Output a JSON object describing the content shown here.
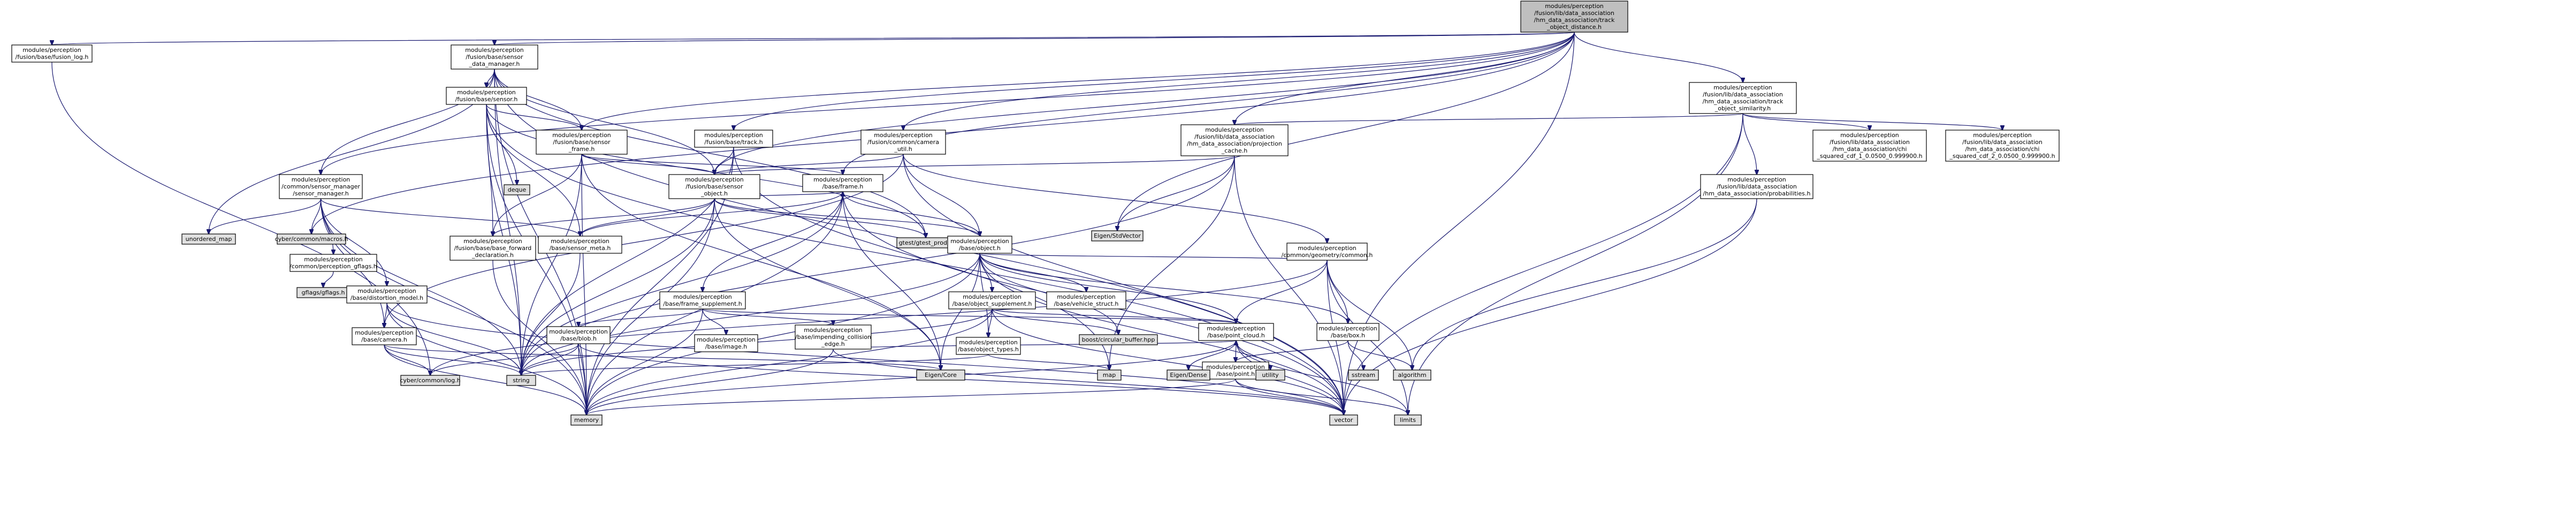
{
  "diagram": {
    "type": "include-dependency-graph",
    "nodes": [
      {
        "id": "root",
        "lines": [
          "modules/perception",
          "/fusion/lib/data_association",
          "/hm_data_association/track",
          "_object_distance.h"
        ],
        "fill": "#bfbfbf",
        "link": false
      },
      {
        "id": "fusion_log",
        "lines": [
          "modules/perception",
          "/fusion/base/fusion_log.h"
        ],
        "fill": "#ffffff",
        "link": true
      },
      {
        "id": "sensor_data_manager",
        "lines": [
          "modules/perception",
          "/fusion/base/sensor",
          "_data_manager.h"
        ],
        "fill": "#ffffff",
        "link": true
      },
      {
        "id": "fusion_sensor",
        "lines": [
          "modules/perception",
          "/fusion/base/sensor.h"
        ],
        "fill": "#ffffff",
        "link": true
      },
      {
        "id": "sensor_frame",
        "lines": [
          "modules/perception",
          "/fusion/base/sensor",
          "_frame.h"
        ],
        "fill": "#ffffff",
        "link": true
      },
      {
        "id": "fusion_track",
        "lines": [
          "modules/perception",
          "/fusion/base/track.h"
        ],
        "fill": "#ffffff",
        "link": true
      },
      {
        "id": "camera_util",
        "lines": [
          "modules/perception",
          "/fusion/common/camera",
          "_util.h"
        ],
        "fill": "#ffffff",
        "link": true
      },
      {
        "id": "sensor_object",
        "lines": [
          "modules/perception",
          "/fusion/base/sensor",
          "_object.h"
        ],
        "fill": "#ffffff",
        "link": true
      },
      {
        "id": "base_frame",
        "lines": [
          "modules/perception",
          "/base/frame.h"
        ],
        "fill": "#ffffff",
        "link": true
      },
      {
        "id": "projection_cache",
        "lines": [
          "modules/perception",
          "/fusion/lib/data_association",
          "/hm_data_association/projection",
          "_cache.h"
        ],
        "fill": "#ffffff",
        "link": true
      },
      {
        "id": "track_object_similarity",
        "lines": [
          "modules/perception",
          "/fusion/lib/data_association",
          "/hm_data_association/track",
          "_object_similarity.h"
        ],
        "fill": "#ffffff",
        "link": true
      },
      {
        "id": "chi_squared_1",
        "lines": [
          "modules/perception",
          "/fusion/lib/data_association",
          "/hm_data_association/chi",
          "_squared_cdf_1_0.0500_0.999900.h"
        ],
        "fill": "#ffffff",
        "link": true
      },
      {
        "id": "chi_squared_2",
        "lines": [
          "modules/perception",
          "/fusion/lib/data_association",
          "/hm_data_association/chi",
          "_squared_cdf_2_0.0500_0.999900.h"
        ],
        "fill": "#ffffff",
        "link": true
      },
      {
        "id": "probabilities",
        "lines": [
          "modules/perception",
          "/fusion/lib/data_association",
          "/hm_data_association/probabilities.h"
        ],
        "fill": "#ffffff",
        "link": true
      },
      {
        "id": "common_sensor_manager",
        "lines": [
          "modules/perception",
          "/common/sensor_manager",
          "/sensor_manager.h"
        ],
        "fill": "#ffffff",
        "link": true
      },
      {
        "id": "unordered_map",
        "lines": [
          "unordered_map"
        ],
        "fill": "#e0e0e0",
        "link": false
      },
      {
        "id": "cyber_macros",
        "lines": [
          "cyber/common/macros.h"
        ],
        "fill": "#e0e0e0",
        "link": false
      },
      {
        "id": "perception_gflags",
        "lines": [
          "modules/perception",
          "/common/perception_gflags.h"
        ],
        "fill": "#ffffff",
        "link": true
      },
      {
        "id": "gflags",
        "lines": [
          "gflags/gflags.h"
        ],
        "fill": "#e0e0e0",
        "link": false
      },
      {
        "id": "distortion_model",
        "lines": [
          "modules/perception",
          "/base/distortion_model.h"
        ],
        "fill": "#ffffff",
        "link": true
      },
      {
        "id": "base_camera",
        "lines": [
          "modules/perception",
          "/base/camera.h"
        ],
        "fill": "#ffffff",
        "link": true
      },
      {
        "id": "base_forward",
        "lines": [
          "modules/perception",
          "/fusion/base/base_forward",
          "_declaration.h"
        ],
        "fill": "#ffffff",
        "link": true
      },
      {
        "id": "sensor_meta",
        "lines": [
          "modules/perception",
          "/base/sensor_meta.h"
        ],
        "fill": "#ffffff",
        "link": true
      },
      {
        "id": "deque",
        "lines": [
          "deque"
        ],
        "fill": "#e0e0e0",
        "link": false
      },
      {
        "id": "gtest_prod",
        "lines": [
          "gtest/gtest_prod.h"
        ],
        "fill": "#e0e0e0",
        "link": false
      },
      {
        "id": "base_object",
        "lines": [
          "modules/perception",
          "/base/object.h"
        ],
        "fill": "#ffffff",
        "link": true
      },
      {
        "id": "frame_supplement",
        "lines": [
          "modules/perception",
          "/base/frame_supplement.h"
        ],
        "fill": "#ffffff",
        "link": true
      },
      {
        "id": "object_supplement",
        "lines": [
          "modules/perception",
          "/base/object_supplement.h"
        ],
        "fill": "#ffffff",
        "link": true
      },
      {
        "id": "vehicle_struct",
        "lines": [
          "modules/perception",
          "/base/vehicle_struct.h"
        ],
        "fill": "#ffffff",
        "link": true
      },
      {
        "id": "geometry_common",
        "lines": [
          "modules/perception",
          "/common/geometry/common.h"
        ],
        "fill": "#ffffff",
        "link": true
      },
      {
        "id": "base_image",
        "lines": [
          "modules/perception",
          "/base/image.h"
        ],
        "fill": "#ffffff",
        "link": true,
        "red": true
      },
      {
        "id": "impending_collision",
        "lines": [
          "modules/perception",
          "/base/impending_collision",
          "_edge.h"
        ],
        "fill": "#ffffff",
        "link": true
      },
      {
        "id": "base_blob",
        "lines": [
          "modules/perception",
          "/base/blob.h"
        ],
        "fill": "#ffffff",
        "link": true,
        "red": true
      },
      {
        "id": "object_types",
        "lines": [
          "modules/perception",
          "/base/object_types.h"
        ],
        "fill": "#ffffff",
        "link": true
      },
      {
        "id": "circular_buffer",
        "lines": [
          "boost/circular_buffer.hpp"
        ],
        "fill": "#e0e0e0",
        "link": false
      },
      {
        "id": "point_cloud",
        "lines": [
          "modules/perception",
          "/base/point_cloud.h"
        ],
        "fill": "#ffffff",
        "link": true
      },
      {
        "id": "base_box",
        "lines": [
          "modules/perception",
          "/base/box.h"
        ],
        "fill": "#ffffff",
        "link": true,
        "red": true
      },
      {
        "id": "base_point",
        "lines": [
          "modules/perception",
          "/base/point.h"
        ],
        "fill": "#ffffff",
        "link": true,
        "red": true
      },
      {
        "id": "eigen_stdvector",
        "lines": [
          "Eigen/StdVector"
        ],
        "fill": "#e0e0e0",
        "link": false
      },
      {
        "id": "eigen_core",
        "lines": [
          "Eigen/Core"
        ],
        "fill": "#e0e0e0",
        "link": false
      },
      {
        "id": "eigen_dense",
        "lines": [
          "Eigen/Dense"
        ],
        "fill": "#e0e0e0",
        "link": false
      },
      {
        "id": "cyber_log",
        "lines": [
          "cyber/common/log.h"
        ],
        "fill": "#e0e0e0",
        "link": false
      },
      {
        "id": "string",
        "lines": [
          "string"
        ],
        "fill": "#e0e0e0",
        "link": false
      },
      {
        "id": "map",
        "lines": [
          "map"
        ],
        "fill": "#e0e0e0",
        "link": false
      },
      {
        "id": "utility",
        "lines": [
          "utility"
        ],
        "fill": "#e0e0e0",
        "link": false
      },
      {
        "id": "sstream",
        "lines": [
          "sstream"
        ],
        "fill": "#e0e0e0",
        "link": false
      },
      {
        "id": "algorithm",
        "lines": [
          "algorithm"
        ],
        "fill": "#e0e0e0",
        "link": false
      },
      {
        "id": "memory",
        "lines": [
          "memory"
        ],
        "fill": "#e0e0e0",
        "link": false
      },
      {
        "id": "vector",
        "lines": [
          "vector"
        ],
        "fill": "#e0e0e0",
        "link": false
      },
      {
        "id": "limits",
        "lines": [
          "limits"
        ],
        "fill": "#e0e0e0",
        "link": false
      }
    ],
    "edges": [
      [
        "root",
        "fusion_log"
      ],
      [
        "root",
        "sensor_data_manager"
      ],
      [
        "root",
        "fusion_track"
      ],
      [
        "root",
        "camera_util"
      ],
      [
        "root",
        "projection_cache"
      ],
      [
        "root",
        "track_object_similarity"
      ],
      [
        "root",
        "common_sensor_manager"
      ],
      [
        "root",
        "cyber_macros"
      ],
      [
        "root",
        "sensor_frame"
      ],
      [
        "root",
        "sensor_object"
      ],
      [
        "root",
        "eigen_stdvector"
      ],
      [
        "root",
        "vector"
      ],
      [
        "root",
        "base_frame"
      ],
      [
        "fusion_log",
        "cyber_log"
      ],
      [
        "sensor_data_manager",
        "fusion_sensor"
      ],
      [
        "sensor_data_manager",
        "sensor_frame"
      ],
      [
        "sensor_data_manager",
        "common_sensor_manager"
      ],
      [
        "sensor_data_manager",
        "gtest_prod"
      ],
      [
        "sensor_data_manager",
        "unordered_map"
      ],
      [
        "sensor_data_manager",
        "string"
      ],
      [
        "sensor_data_manager",
        "memory"
      ],
      [
        "sensor_data_manager",
        "vector"
      ],
      [
        "sensor_data_manager",
        "sensor_object"
      ],
      [
        "fusion_sensor",
        "sensor_frame"
      ],
      [
        "fusion_sensor",
        "base_forward"
      ],
      [
        "fusion_sensor",
        "sensor_meta"
      ],
      [
        "fusion_sensor",
        "deque"
      ],
      [
        "fusion_sensor",
        "gtest_prod"
      ],
      [
        "fusion_sensor",
        "string"
      ],
      [
        "fusion_sensor",
        "memory"
      ],
      [
        "fusion_sensor",
        "vector"
      ],
      [
        "sensor_frame",
        "sensor_object"
      ],
      [
        "sensor_frame",
        "base_forward"
      ],
      [
        "sensor_frame",
        "base_frame"
      ],
      [
        "sensor_frame",
        "string"
      ],
      [
        "sensor_frame",
        "memory"
      ],
      [
        "sensor_frame",
        "eigen_core"
      ],
      [
        "fusion_track",
        "sensor_object"
      ],
      [
        "fusion_track",
        "string"
      ],
      [
        "fusion_track",
        "map"
      ],
      [
        "fusion_track",
        "memory"
      ],
      [
        "camera_util",
        "sensor_object"
      ],
      [
        "camera_util",
        "base_object"
      ],
      [
        "camera_util",
        "geometry_common"
      ],
      [
        "camera_util",
        "base_camera"
      ],
      [
        "camera_util",
        "vector"
      ],
      [
        "sensor_object",
        "base_forward"
      ],
      [
        "sensor_object",
        "base_object"
      ],
      [
        "sensor_object",
        "sensor_meta"
      ],
      [
        "sensor_object",
        "base_frame"
      ],
      [
        "sensor_object",
        "string"
      ],
      [
        "sensor_object",
        "memory"
      ],
      [
        "sensor_object",
        "gtest_prod"
      ],
      [
        "sensor_object",
        "eigen_core"
      ],
      [
        "base_frame",
        "base_object"
      ],
      [
        "base_frame",
        "frame_supplement"
      ],
      [
        "base_frame",
        "sensor_meta"
      ],
      [
        "base_frame",
        "memory"
      ],
      [
        "base_frame",
        "vector"
      ],
      [
        "base_frame",
        "eigen_core"
      ],
      [
        "base_frame",
        "string"
      ],
      [
        "projection_cache",
        "eigen_stdvector"
      ],
      [
        "projection_cache",
        "string"
      ],
      [
        "projection_cache",
        "sensor_object"
      ],
      [
        "projection_cache",
        "map"
      ],
      [
        "projection_cache",
        "vector"
      ],
      [
        "track_object_similarity",
        "chi_squared_1"
      ],
      [
        "track_object_similarity",
        "chi_squared_2"
      ],
      [
        "track_object_similarity",
        "probabilities"
      ],
      [
        "track_object_similarity",
        "projection_cache"
      ],
      [
        "track_object_similarity",
        "vector"
      ],
      [
        "track_object_similarity",
        "limits"
      ],
      [
        "probabilities",
        "algorithm"
      ],
      [
        "probabilities",
        "vector"
      ],
      [
        "common_sensor_manager",
        "perception_gflags"
      ],
      [
        "common_sensor_manager",
        "distortion_model"
      ],
      [
        "common_sensor_manager",
        "base_camera"
      ],
      [
        "common_sensor_manager",
        "sensor_meta"
      ],
      [
        "common_sensor_manager",
        "unordered_map"
      ],
      [
        "common_sensor_manager",
        "cyber_macros"
      ],
      [
        "common_sensor_manager",
        "string"
      ],
      [
        "common_sensor_manager",
        "memory"
      ],
      [
        "perception_gflags",
        "gflags"
      ],
      [
        "distortion_model",
        "base_camera"
      ],
      [
        "distortion_model",
        "string"
      ],
      [
        "distortion_model",
        "memory"
      ],
      [
        "distortion_model",
        "vector"
      ],
      [
        "base_camera",
        "eigen_core"
      ],
      [
        "base_camera",
        "string"
      ],
      [
        "base_camera",
        "memory"
      ],
      [
        "base_camera",
        "cyber_log"
      ],
      [
        "base_forward",
        "memory"
      ],
      [
        "sensor_meta",
        "string"
      ],
      [
        "base_object",
        "object_supplement"
      ],
      [
        "base_object",
        "vehicle_struct"
      ],
      [
        "base_object",
        "object_types"
      ],
      [
        "base_object",
        "point_cloud"
      ],
      [
        "base_object",
        "base_box"
      ],
      [
        "base_object",
        "circular_buffer"
      ],
      [
        "base_object",
        "eigen_core"
      ],
      [
        "base_object",
        "string"
      ],
      [
        "base_object",
        "memory"
      ],
      [
        "base_object",
        "vector"
      ],
      [
        "base_object",
        "geometry_common"
      ],
      [
        "frame_supplement",
        "base_image"
      ],
      [
        "frame_supplement",
        "impending_collision"
      ],
      [
        "frame_supplement",
        "base_blob"
      ],
      [
        "frame_supplement",
        "point_cloud"
      ],
      [
        "frame_supplement",
        "memory"
      ],
      [
        "object_supplement",
        "point_cloud"
      ],
      [
        "object_supplement",
        "circular_buffer"
      ],
      [
        "object_supplement",
        "object_types"
      ],
      [
        "object_supplement",
        "string"
      ],
      [
        "object_supplement",
        "vector"
      ],
      [
        "object_supplement",
        "memory"
      ],
      [
        "geometry_common",
        "point_cloud"
      ],
      [
        "geometry_common",
        "base_box"
      ],
      [
        "geometry_common",
        "algorithm"
      ],
      [
        "geometry_common",
        "limits"
      ],
      [
        "geometry_common",
        "vector"
      ],
      [
        "geometry_common",
        "cyber_log"
      ],
      [
        "impending_collision",
        "point_cloud"
      ],
      [
        "impending_collision",
        "memory"
      ],
      [
        "impending_collision",
        "vector"
      ],
      [
        "base_blob",
        "cyber_log"
      ],
      [
        "base_blob",
        "string"
      ],
      [
        "base_blob",
        "memory"
      ],
      [
        "base_blob",
        "vector"
      ],
      [
        "object_types",
        "map"
      ],
      [
        "object_types",
        "string"
      ],
      [
        "point_cloud",
        "base_point"
      ],
      [
        "point_cloud",
        "eigen_dense"
      ],
      [
        "point_cloud",
        "utility"
      ],
      [
        "point_cloud",
        "limits"
      ],
      [
        "point_cloud",
        "vector"
      ],
      [
        "point_cloud",
        "memory"
      ],
      [
        "base_box",
        "base_point"
      ],
      [
        "base_box",
        "sstream"
      ],
      [
        "base_box",
        "algorithm"
      ],
      [
        "base_point",
        "memory"
      ],
      [
        "base_point",
        "vector"
      ],
      [
        "base_point",
        "limits"
      ]
    ]
  }
}
